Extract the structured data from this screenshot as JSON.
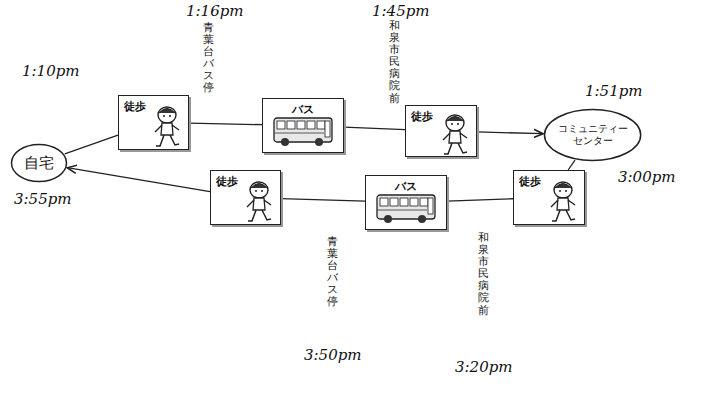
{
  "diagram": {
    "nodes": [
      {
        "text": [
          "自宅"
        ]
      },
      {
        "text": [
          "徒歩"
        ]
      },
      {
        "text": [
          "バス"
        ]
      },
      {
        "text": [
          "徒歩"
        ]
      },
      {
        "text": [
          "コミュニティーセンター"
        ]
      },
      {
        "text": [
          "徒歩"
        ]
      },
      {
        "text": [
          "バス"
        ]
      },
      {
        "text": [
          "徒歩"
        ]
      }
    ],
    "edges": [
      {
        "from": 0,
        "to": 1,
        "arrow": "none"
      },
      {
        "from": 1,
        "to": 2,
        "arrow": "none"
      },
      {
        "from": 2,
        "to": 3,
        "arrow": "none"
      },
      {
        "from": 3,
        "to": 4,
        "arrow": "to"
      },
      {
        "from": 4,
        "to": 7,
        "arrow": "none"
      },
      {
        "from": 7,
        "to": 6,
        "arrow": "none"
      },
      {
        "from": 6,
        "to": 5,
        "arrow": "none"
      },
      {
        "from": 5,
        "to": 0,
        "arrow": "to"
      }
    ],
    "labels": [
      "1:10pm",
      "3:55pm",
      "1:16pm",
      "青葉台バス停",
      "1:45pm",
      "和泉市民病院前",
      "1:51pm",
      "3:00pm",
      "青葉台バス停",
      "3:50pm",
      "和泉市民病院前",
      "3:20pm"
    ]
  }
}
